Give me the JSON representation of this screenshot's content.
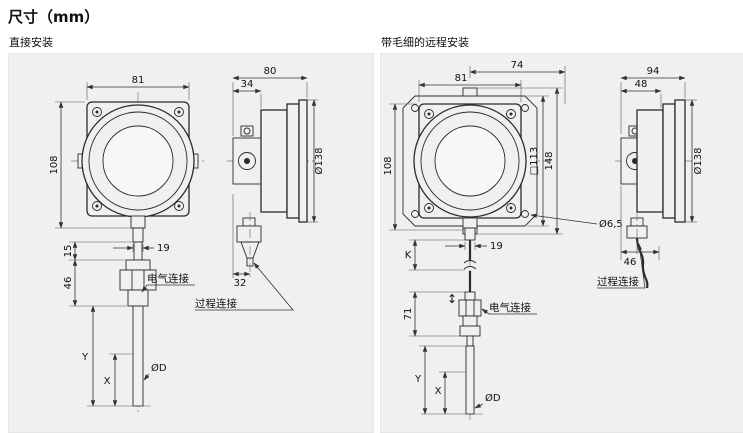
{
  "title": "尺寸（mm）",
  "panels": {
    "direct": {
      "label": "直接安装",
      "front": {
        "width": "81",
        "height": "108",
        "neck": "19",
        "d15": "15",
        "d46": "46",
        "y": "Y",
        "x": "X",
        "dia": "ØD",
        "electrical": "电气连接",
        "process": "过程连接"
      },
      "side": {
        "depth": "80",
        "d34": "34",
        "dial": "Ø138",
        "d32": "32"
      }
    },
    "remote": {
      "label": "带毛细的远程安装",
      "front": {
        "width": "81",
        "d74": "74",
        "height": "108",
        "square": "□113",
        "d148": "148",
        "hole": "Ø6,5",
        "neck": "19",
        "k": "K",
        "d71": "71",
        "updown": "↕",
        "electrical": "电气连接",
        "y": "Y",
        "x": "X",
        "dia": "ØD"
      },
      "side": {
        "depth": "94",
        "d48": "48",
        "dial": "Ø138",
        "d46": "46",
        "process": "过程连接"
      }
    }
  }
}
